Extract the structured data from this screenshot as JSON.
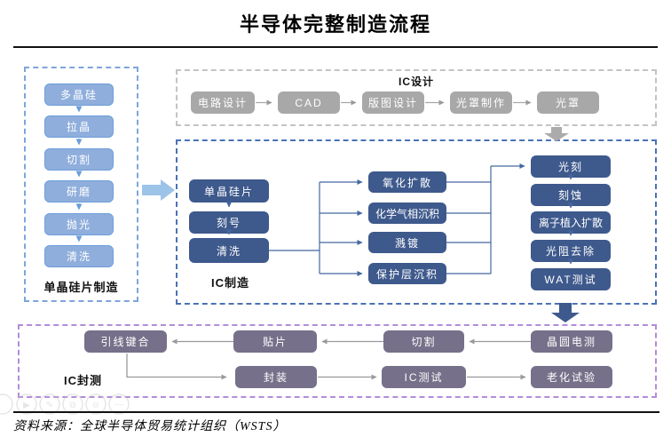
{
  "title": "半导体完整制造流程",
  "source_note": "资料来源：全球半导体贸易统计组织（WSTS）",
  "colors": {
    "wafer_box_fill": "#8FAEDC",
    "wafer_panel_border": "#7EA5DB",
    "design_box_fill": "#A8A8A8",
    "design_panel_border": "#C3C3C3",
    "mfg_box_fill": "#3E598C",
    "mfg_panel_border": "#4A72B8",
    "pkg_box_fill": "#77708A",
    "pkg_panel_border": "#B48CD9",
    "connector_blue": "#44679F",
    "connector_gray": "#9A9A9A"
  },
  "sections": {
    "wafer": {
      "label": "单晶硅片制造",
      "steps": [
        "多晶硅",
        "拉晶",
        "切割",
        "研磨",
        "抛光",
        "清洗"
      ]
    },
    "design": {
      "label": "IC设计",
      "steps": [
        "电路设计",
        "CAD",
        "版图设计",
        "光罩制作",
        "光罩"
      ]
    },
    "mfg": {
      "label": "IC制造",
      "input_steps": [
        "单晶硅片",
        "刻号",
        "清洗"
      ],
      "branch_steps": [
        "氧化扩散",
        "化学气相沉积",
        "溅镀",
        "保护层沉积"
      ],
      "litho_steps": [
        "光刻",
        "刻蚀",
        "离子植入扩散",
        "光阻去除",
        "WAT测试"
      ]
    },
    "pkg": {
      "label": "IC封测",
      "test_flow": [
        "引线键合",
        "贴片",
        "切割",
        "晶圆电测"
      ],
      "package_flow": [
        "封装",
        "IC测试",
        "老化试验"
      ]
    }
  },
  "watermark_icons": [
    "play-icon",
    "edit-icon",
    "copy-icon",
    "zoom-out-icon",
    "minus-icon"
  ]
}
